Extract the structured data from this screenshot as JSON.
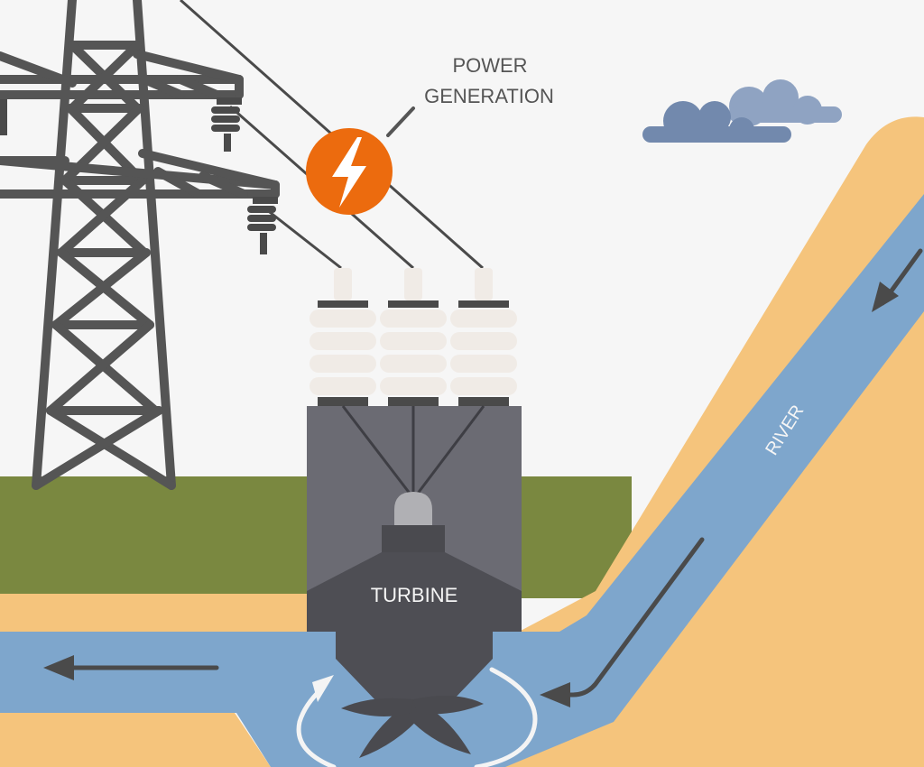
{
  "labels": {
    "power_line1": "POWER",
    "power_line2": "GENERATION",
    "turbine": "TURBINE",
    "river": "RIVER"
  },
  "icons": {
    "power": "lightning-bolt-icon",
    "flow": "arrow-icon",
    "rotation": "circular-arrow-icon"
  },
  "colors": {
    "sky": "#f6f6f6",
    "grass": "#7a8840",
    "sand": "#f5c47c",
    "water": "#7ea6cc",
    "tower": "#555555",
    "turbine_body": "#6b6b73",
    "turbine_dark": "#4e4e54",
    "insulator": "#f0ebe6",
    "bolt_badge": "#ec6b0e",
    "cloud": "#8096b6",
    "label_gray": "#555555",
    "label_light": "#f5f5f5"
  }
}
